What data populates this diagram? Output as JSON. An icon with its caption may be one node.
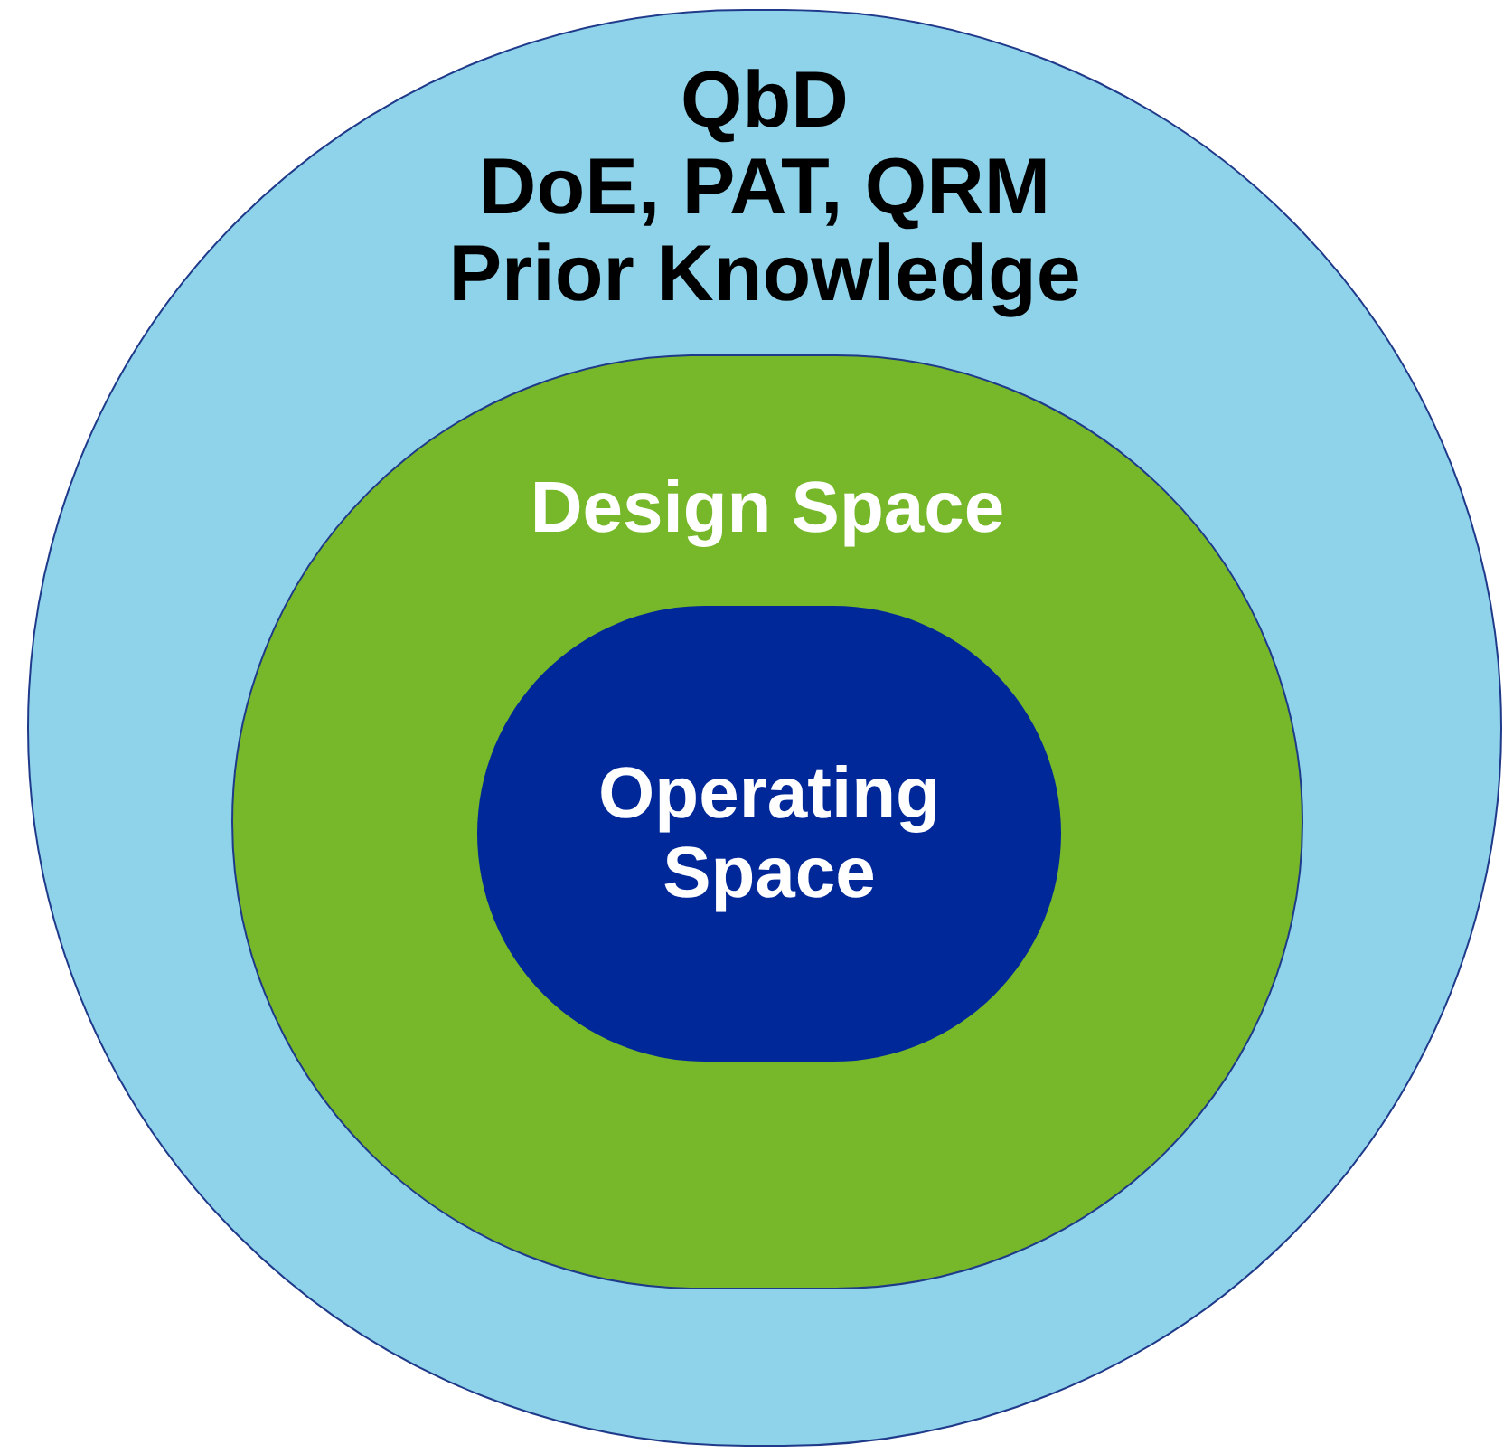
{
  "diagram": {
    "nodes": [
      {
        "text": [
          "QbD",
          "DoE, PAT, QRM",
          "Prior Knowledge"
        ]
      },
      {
        "text": [
          "Design Space"
        ],
        "in": 0
      },
      {
        "text": [
          "Operating Space"
        ],
        "in": 1
      }
    ]
  }
}
